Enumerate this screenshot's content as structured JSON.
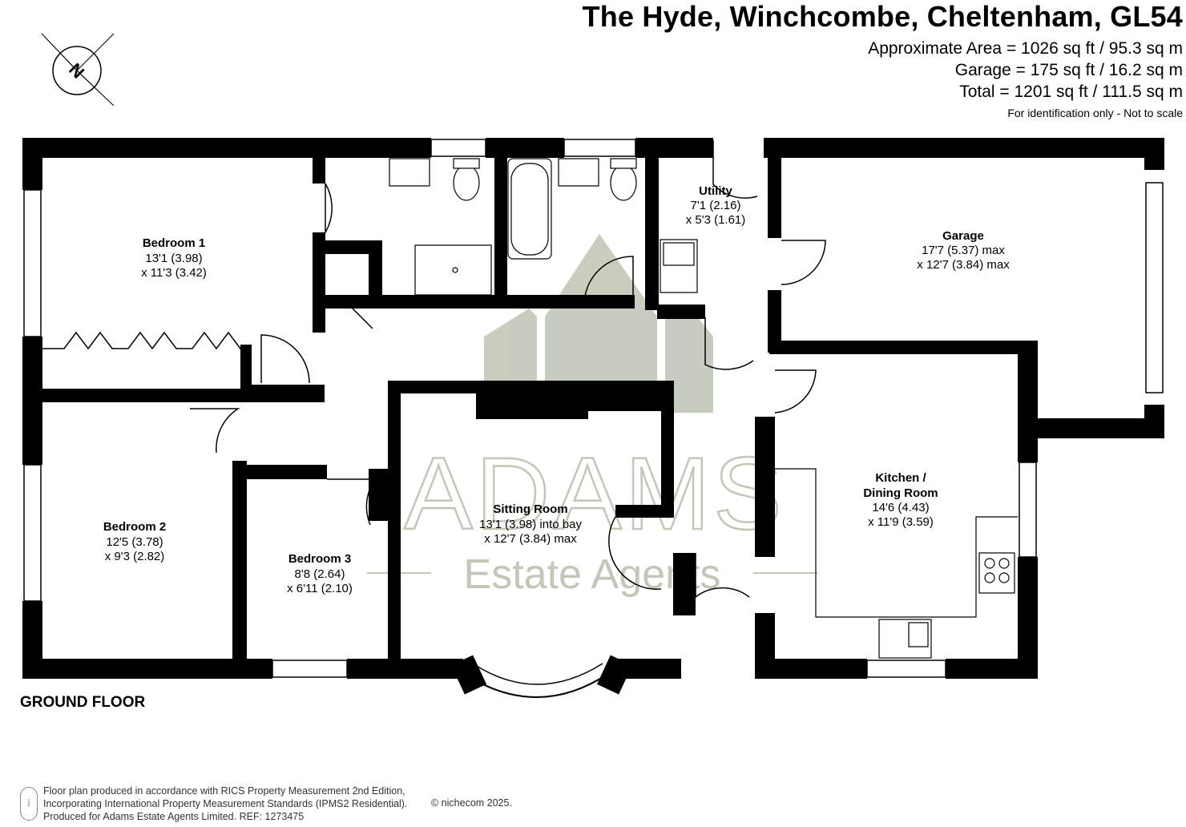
{
  "header": {
    "title": "The Hyde, Winchcombe, Cheltenham, GL54",
    "area_lines": [
      "Approximate Area = 1026 sq ft / 95.3 sq m",
      "Garage = 175 sq ft / 16.2 sq m",
      "Total = 1201 sq ft / 111.5 sq m"
    ],
    "note": "For identification only - Not to scale"
  },
  "compass": {
    "label": "N",
    "icon": "compass-icon"
  },
  "rooms": [
    {
      "id": "bedroom-1",
      "name": "Bedroom 1",
      "dims": [
        "13'1 (3.98)",
        "x 11'3 (3.42)"
      ]
    },
    {
      "id": "utility",
      "name": "Utility",
      "dims": [
        "7'1 (2.16)",
        "x 5'3 (1.61)"
      ]
    },
    {
      "id": "garage",
      "name": "Garage",
      "dims": [
        "17'7 (5.37) max",
        "x 12'7 (3.84) max"
      ]
    },
    {
      "id": "kitchen",
      "name": "Kitchen /",
      "name2": "Dining Room",
      "dims": [
        "14'6 (4.43)",
        "x 11'9 (3.59)"
      ]
    },
    {
      "id": "sitting-room",
      "name": "Sitting Room",
      "dims": [
        "13'1 (3.98) into bay",
        "x 12'7 (3.84) max"
      ]
    },
    {
      "id": "bedroom-2",
      "name": "Bedroom 2",
      "dims": [
        "12'5 (3.78)",
        "x 9'3 (2.82)"
      ]
    },
    {
      "id": "bedroom-3",
      "name": "Bedroom 3",
      "dims": [
        "8'8 (2.64)",
        "x 6'11 (2.10)"
      ]
    }
  ],
  "watermark": {
    "brand": "ADAMS",
    "tagline": "Estate Agents",
    "color": "#bcc2b0"
  },
  "floor_label": "GROUND FLOOR",
  "footer": {
    "lines": [
      "Floor plan produced in accordance with RICS Property Measurement 2nd Edition,",
      "Incorporating International Property Measurement Standards (IPMS2 Residential).",
      "Produced for Adams Estate Agents Limited.   REF:  1273475"
    ],
    "copyright": "© nichecom 2025."
  },
  "colors": {
    "wall": "#000000",
    "background": "#ffffff"
  }
}
